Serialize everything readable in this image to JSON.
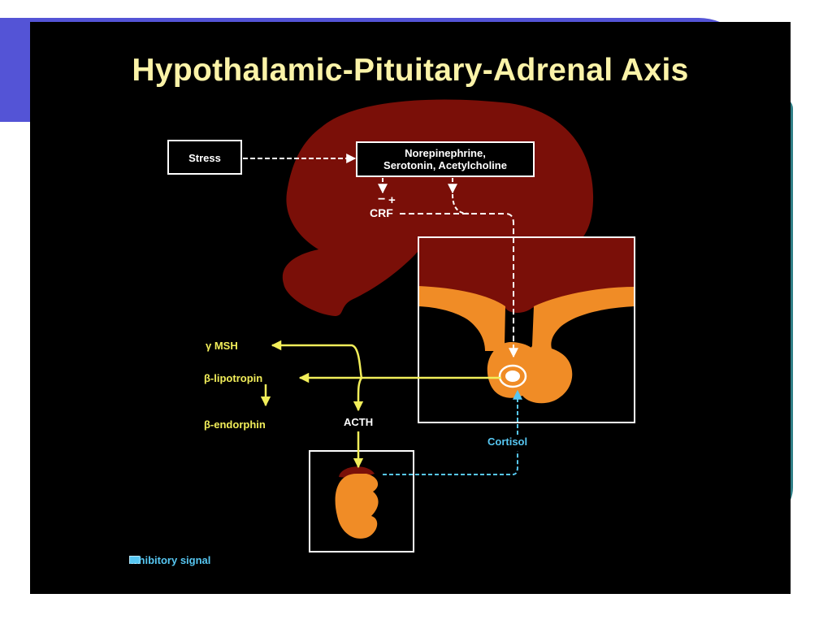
{
  "slide": {
    "title": "Hypothalamic-Pituitary-Adrenal Axis",
    "labels": {
      "stress": "Stress",
      "neurotransmitters_line1": "Norepinephrine,",
      "neurotransmitters_line2": "Serotonin, Acetylcholine",
      "inhibit_sign": "−",
      "stimulate_sign": "+",
      "crf": "CRF",
      "msh": "γ MSH",
      "lipotropin": "β-lipotropin",
      "endorphin": "β-endorphin",
      "acth": "ACTH",
      "cortisol": "Cortisol"
    },
    "legend": {
      "label": "Inhibitory signal",
      "swatch_color": "#57c7f2"
    },
    "colors": {
      "brain": "#7a0f08",
      "pituitary": "#f08c26",
      "stimulatory_arrow": "#f2ee5a",
      "inhibitory_arrow": "#57c7f2",
      "title": "#fbf3a8"
    }
  }
}
